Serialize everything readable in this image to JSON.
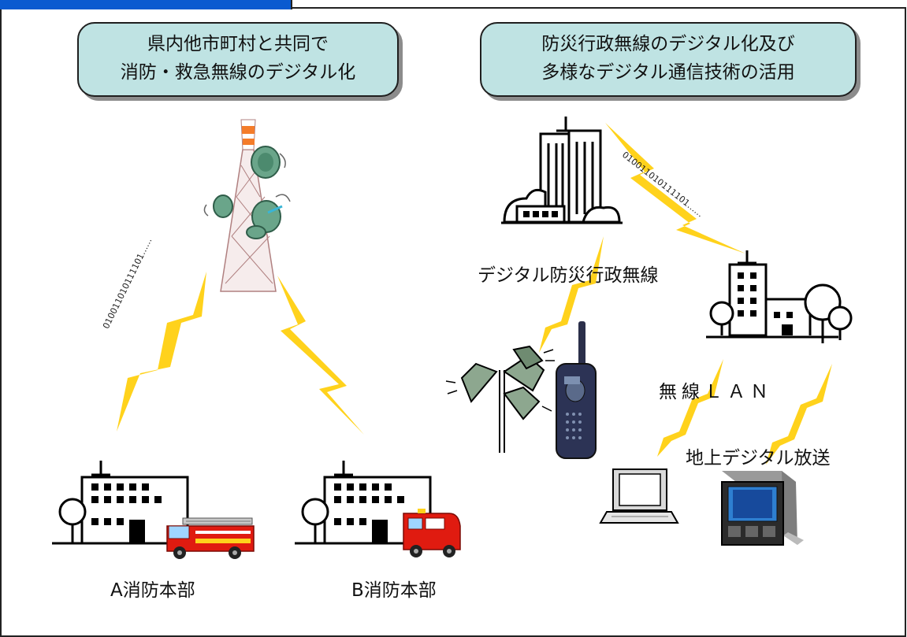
{
  "left_title": {
    "line1": "県内他市町村と共同で",
    "line2": "消防・救急無線のデジタル化"
  },
  "right_title": {
    "line1": "防災行政無線のデジタル化及び",
    "line2": "多様なデジタル通信技術の活用"
  },
  "labels": {
    "station_a": "A消防本部",
    "station_b": "B消防本部",
    "digital_disaster_radio": "デジタル防災行政無線",
    "wireless_lan": "無線ＬＡＮ",
    "terrestrial_digital": "地上デジタル放送"
  },
  "binary_left": "010011010111101‥‥‥",
  "binary_right": "010011010111101‥‥‥",
  "colors": {
    "bolt": "#ffd21c",
    "title_fill": "#bfe3e3",
    "header_blue": "#0a5ad0",
    "fire_red": "#e01b10"
  }
}
